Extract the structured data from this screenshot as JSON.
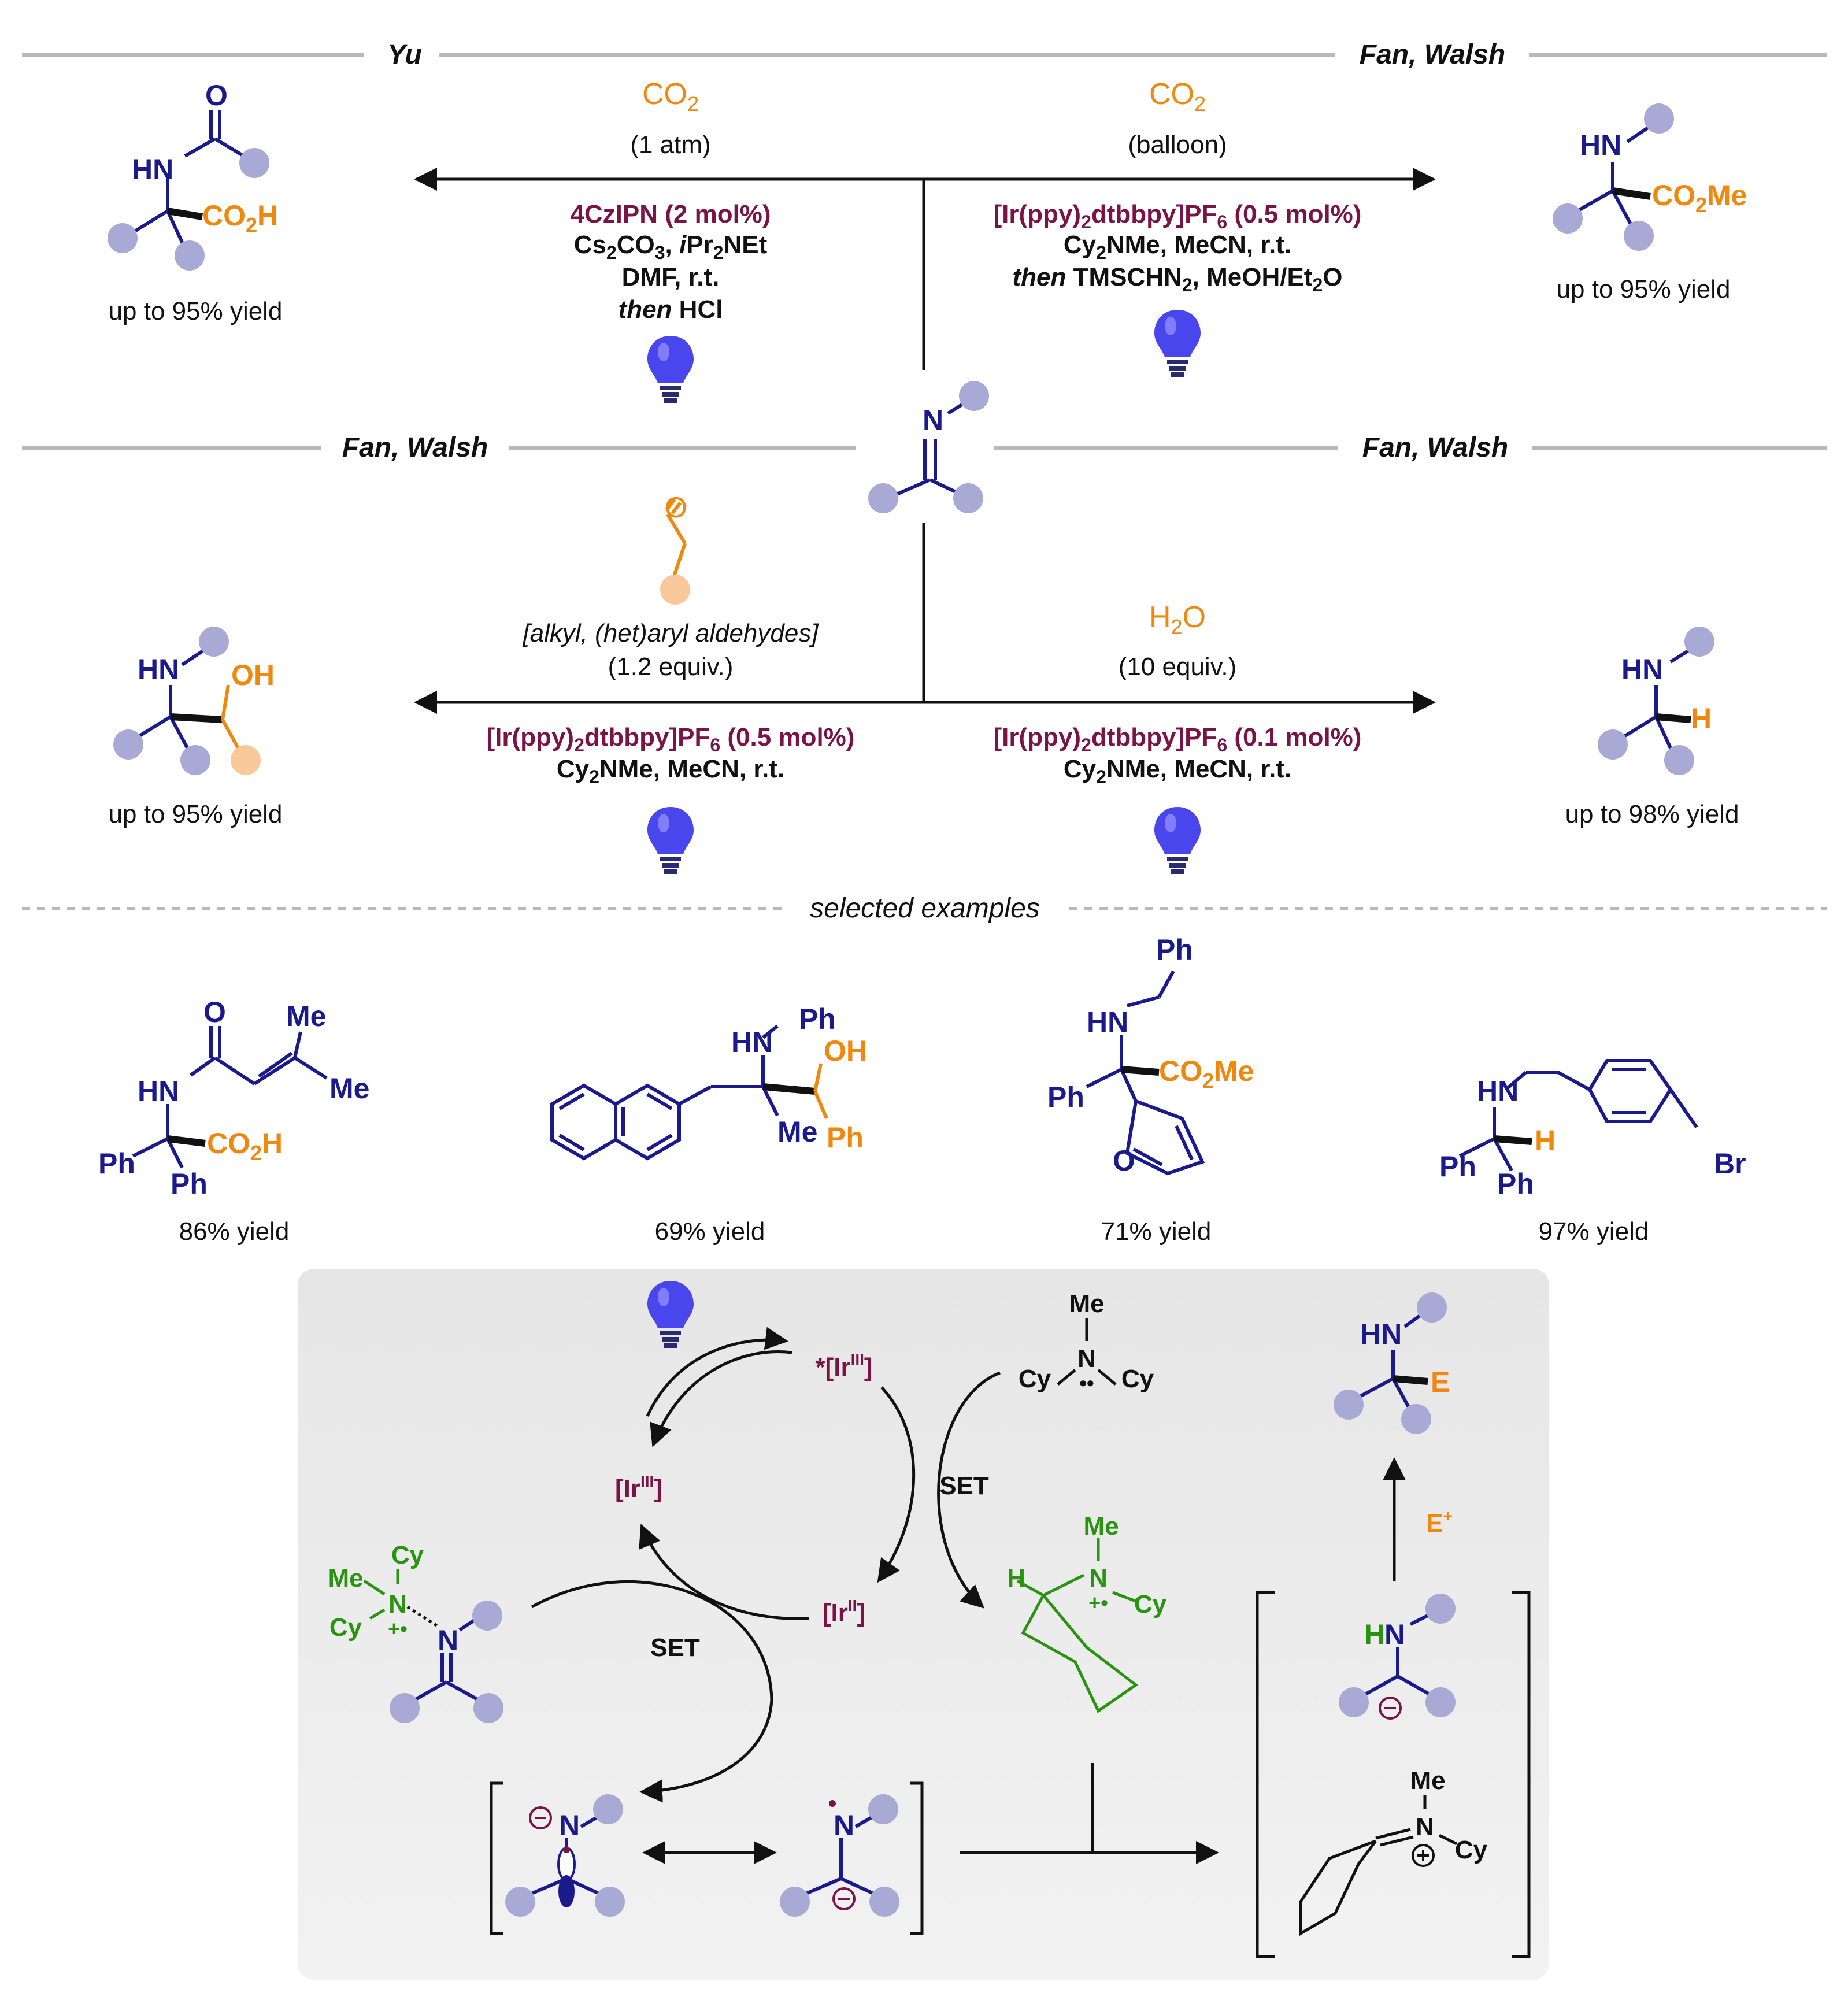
{
  "colors": {
    "navy": "#1a1a8c",
    "orange": "#f0870f",
    "maroon": "#7a1446",
    "green": "#2a9412",
    "sphere": "#a9a9d6",
    "sphere_orange": "#f9c99c",
    "bulb": "#4a46ee",
    "panel": "#e9e9e9"
  },
  "headers": {
    "top_left": "Yu",
    "top_right": "Fan, Walsh",
    "mid_left": "Fan, Walsh",
    "mid_right": "Fan, Walsh",
    "divider": "selected examples"
  },
  "reagents": {
    "co2_left": "CO2",
    "co2_left_cond": "(1 atm)",
    "co2_right": "CO2",
    "co2_right_cond": "(balloon)",
    "cat_tl": "4CzIPN (2 mol%)",
    "tl_line2": "Cs2CO3, iPr2NEt",
    "tl_line3": "DMF, r.t.",
    "tl_line4_then": "then",
    "tl_line4_rest": " HCl",
    "cat_tr": "[Ir(ppy)2dtbbpy]PF6 (0.5 mol%)",
    "tr_line2": "Cy2NMe, MeCN, r.t.",
    "tr_line3_then": "then",
    "tr_line3_rest": " TMSCHN2, MeOH/Et2O",
    "aldehyde_scope": "[alkyl, (het)aryl aldehydes]",
    "aldehyde_equiv": "(1.2 equiv.)",
    "cat_bl": "[Ir(ppy)2dtbbpy]PF6 (0.5 mol%)",
    "bl_line2": "Cy2NMe, MeCN, r.t.",
    "water": "H2O",
    "water_equiv": "(10 equiv.)",
    "cat_br": "[Ir(ppy)2dtbbpy]PF6 (0.1 mol%)",
    "br_line2": "Cy2NMe, MeCN, r.t."
  },
  "yields": {
    "tl": "up to 95% yield",
    "tr": "up to 95% yield",
    "ml": "up to 95% yield",
    "mr": "up to 98% yield",
    "ex1": "86% yield",
    "ex2": "69% yield",
    "ex3": "71% yield",
    "ex4": "97% yield"
  },
  "mechanism": {
    "ir_excited": "*[IrIII]",
    "ir_iii": "[IrIII]",
    "ir_ii": "[IrII]",
    "set_1": "SET",
    "set_2": "SET",
    "electrophile": "E+",
    "product_E": "E"
  }
}
